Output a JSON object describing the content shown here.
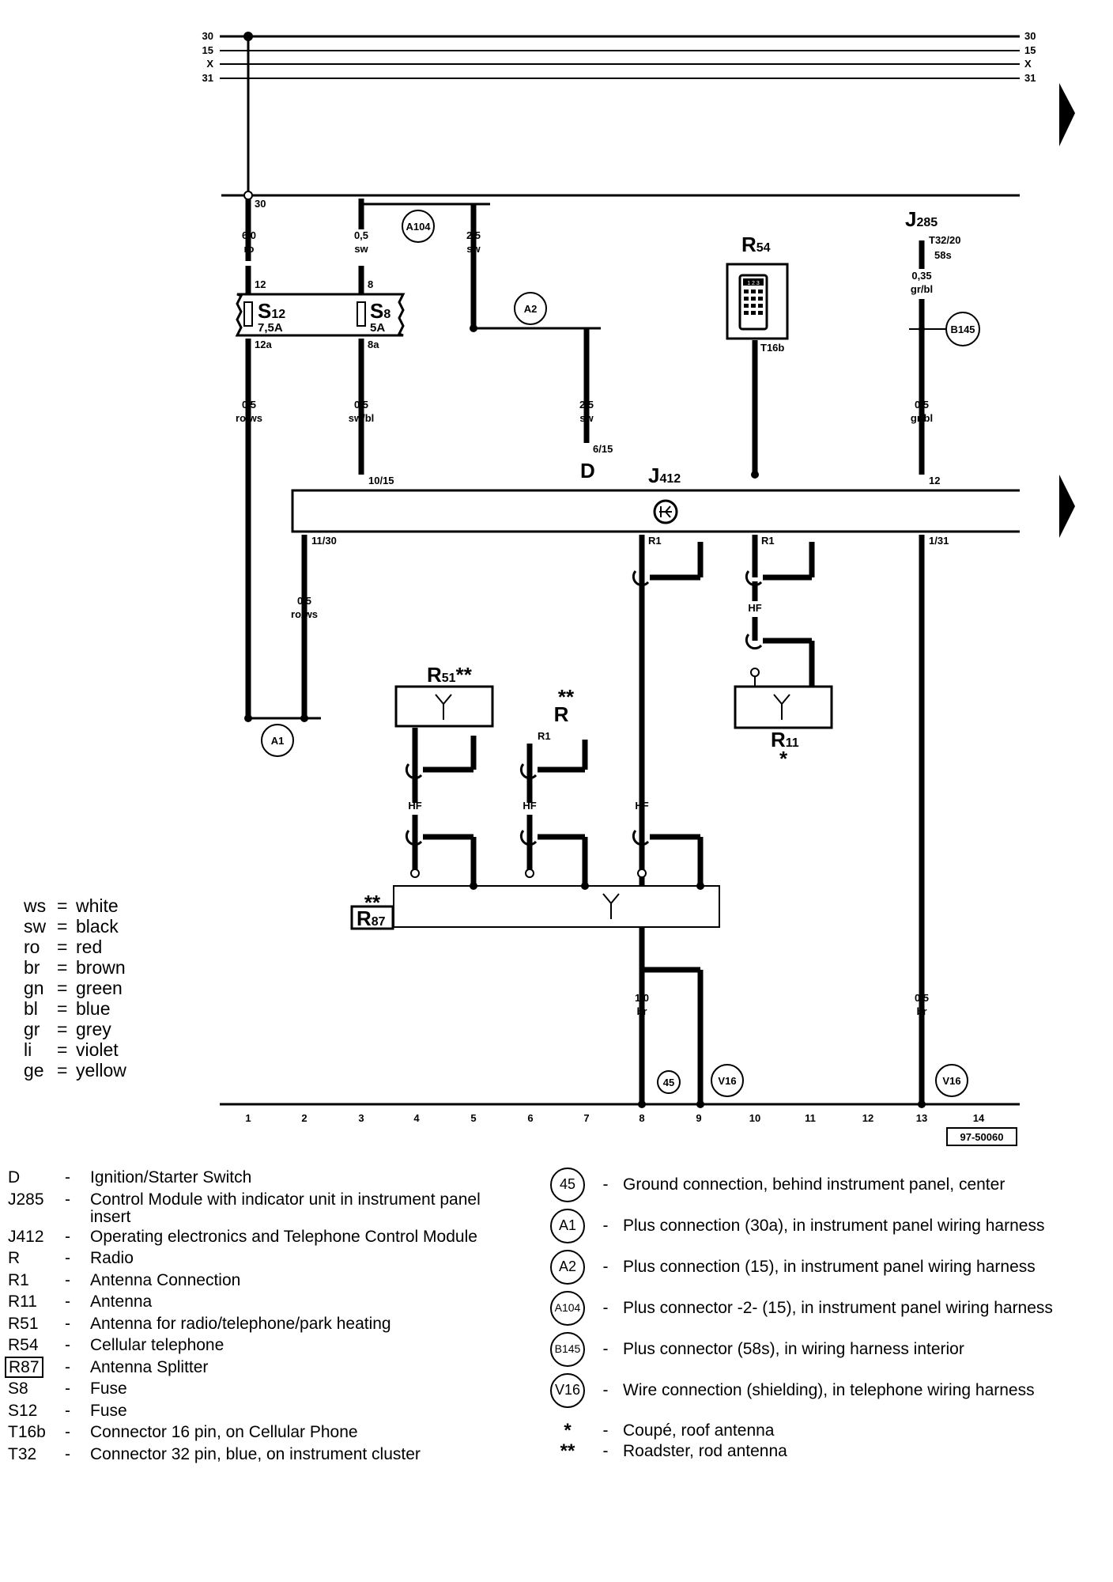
{
  "rails": {
    "r30": "30",
    "r15": "15",
    "rX": "X",
    "r31": "31"
  },
  "wires": {
    "w1": {
      "size": "6,0",
      "color": "ro"
    },
    "w1b": {
      "size": "0,5",
      "color": "ro/ws"
    },
    "w3": {
      "size": "0,5",
      "color": "sw"
    },
    "w3b": {
      "size": "0,5",
      "color": "sw/bl"
    },
    "w5": {
      "size": "2,5",
      "color": "sw"
    },
    "w7": {
      "size": "2,5",
      "color": "sw"
    },
    "w2": {
      "size": "0,5",
      "color": "ro/ws"
    },
    "w13a": {
      "size": "0,35",
      "color": "gr/bl"
    },
    "w13b": {
      "size": "0,5",
      "color": "gr/bl"
    },
    "w8": {
      "size": "1,0",
      "color": "br"
    },
    "w13c": {
      "size": "0,5",
      "color": "br"
    }
  },
  "pins": {
    "p30": "30",
    "p12": "12",
    "p12a": "12a",
    "p8": "8",
    "p8a": "8a",
    "p1015": "10/15",
    "p615": "6/15",
    "p1130": "11/30",
    "pR1a": "R1",
    "pR1b": "R1",
    "pR1c": "R1",
    "p131": "1/31",
    "p12j": "12",
    "pT16b": "T16b",
    "pT3220": "T32/20",
    "p58s": "58s"
  },
  "fuses": {
    "s12": {
      "main": "S",
      "sub": "12",
      "rating": "7,5A"
    },
    "s8": {
      "main": "S",
      "sub": "8",
      "rating": "5A"
    }
  },
  "components": {
    "D": "D",
    "J412": {
      "main": "J",
      "sub": "412"
    },
    "J285": {
      "main": "J",
      "sub": "285"
    },
    "R54": {
      "main": "R",
      "sub": "54"
    },
    "R51": {
      "main": "R",
      "sub": "51",
      "mark": "**"
    },
    "R": {
      "main": "R",
      "mark": "**"
    },
    "R11": {
      "main": "R",
      "sub": "11",
      "mark": "*"
    },
    "R87": {
      "main": "R",
      "sub": "87",
      "mark": "**"
    },
    "phone_keys": "1 2 3"
  },
  "connectors": {
    "A104": "A104",
    "A2": "A2",
    "A1": "A1",
    "B145": "B145",
    "g45": "45",
    "V16a": "V16",
    "V16b": "V16"
  },
  "hf": {
    "hf1": "HF",
    "hf2": "HF",
    "hf3": "HF",
    "hf4": "HF",
    "hfR1": "R1"
  },
  "tracks": [
    "1",
    "2",
    "3",
    "4",
    "5",
    "6",
    "7",
    "8",
    "9",
    "10",
    "11",
    "12",
    "13",
    "14"
  ],
  "doc_number": "97-50060",
  "color_key": [
    {
      "code": "ws",
      "name": "white"
    },
    {
      "code": "sw",
      "name": "black"
    },
    {
      "code": "ro",
      "name": "red"
    },
    {
      "code": "br",
      "name": "brown"
    },
    {
      "code": "gn",
      "name": "green"
    },
    {
      "code": "bl",
      "name": "blue"
    },
    {
      "code": "gr",
      "name": "grey"
    },
    {
      "code": "li",
      "name": "violet"
    },
    {
      "code": "ge",
      "name": "yellow"
    }
  ],
  "legend_left": [
    {
      "code": "D",
      "desc": "Ignition/Starter Switch"
    },
    {
      "code": "J285",
      "desc": "Control Module with indicator unit in instrument panel insert"
    },
    {
      "code": "J412",
      "desc": "Operating electronics and Telephone Control Module"
    },
    {
      "code": "R",
      "desc": "Radio"
    },
    {
      "code": "R1",
      "desc": "Antenna Connection"
    },
    {
      "code": "R11",
      "desc": "Antenna"
    },
    {
      "code": "R51",
      "desc": "Antenna for radio/telephone/park heating"
    },
    {
      "code": "R54",
      "desc": "Cellular telephone"
    },
    {
      "code": "R87",
      "desc": "Antenna Splitter"
    },
    {
      "code": "S8",
      "desc": "Fuse"
    },
    {
      "code": "S12",
      "desc": "Fuse"
    },
    {
      "code": "T16b",
      "desc": "Connector 16 pin, on Cellular Phone"
    },
    {
      "code": "T32",
      "desc": "Connector 32 pin, blue, on instrument cluster"
    }
  ],
  "legend_right": [
    {
      "sym": "45",
      "desc": "Ground connection, behind instrument panel, center"
    },
    {
      "sym": "A1",
      "desc": "Plus connection (30a), in instrument panel wiring harness"
    },
    {
      "sym": "A2",
      "desc": "Plus connection (15), in instrument panel wiring harness"
    },
    {
      "sym": "A104",
      "desc": "Plus connector -2- (15), in instrument panel wiring harness"
    },
    {
      "sym": "B145",
      "desc": "Plus connector (58s), in wiring harness interior"
    },
    {
      "sym": "V16",
      "desc": "Wire connection (shielding), in telephone wiring harness"
    }
  ],
  "legend_notes": [
    {
      "sym": "*",
      "desc": "Coupé, roof antenna"
    },
    {
      "sym": "**",
      "desc": "Roadster, rod antenna"
    }
  ],
  "dash": "-",
  "eq": "="
}
